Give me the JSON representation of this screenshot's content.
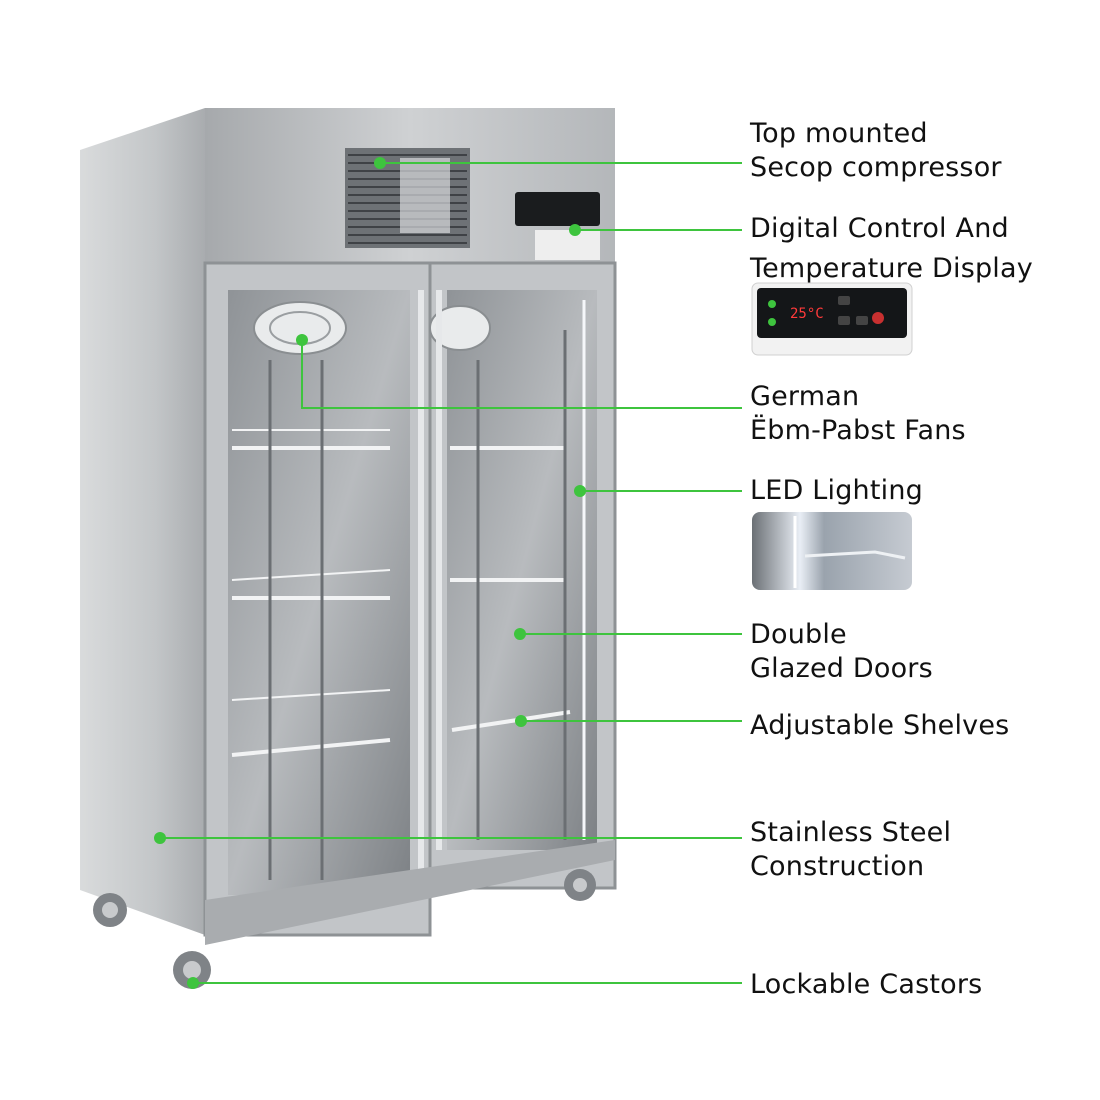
{
  "callouts": {
    "compressor": {
      "line1": "Top mounted",
      "line2": "Secop compressor"
    },
    "control": {
      "line1": "Digital Control And",
      "line2": "Temperature Display"
    },
    "fans": {
      "line1": "German",
      "line2": "Ëbm-Pabst Fans"
    },
    "led": {
      "line1": "LED Lighting"
    },
    "doors": {
      "line1": "Double",
      "line2": "Glazed Doors"
    },
    "shelves": {
      "line1": "Adjustable Shelves"
    },
    "steel": {
      "line1": "Stainless Steel",
      "line2": "Construction"
    },
    "castors": {
      "line1": "Lockable Castors"
    }
  },
  "display": {
    "temperature": "25°C"
  },
  "colors": {
    "accent": "#3ec43e",
    "steel": "#b9bcbf",
    "text": "#111111"
  }
}
